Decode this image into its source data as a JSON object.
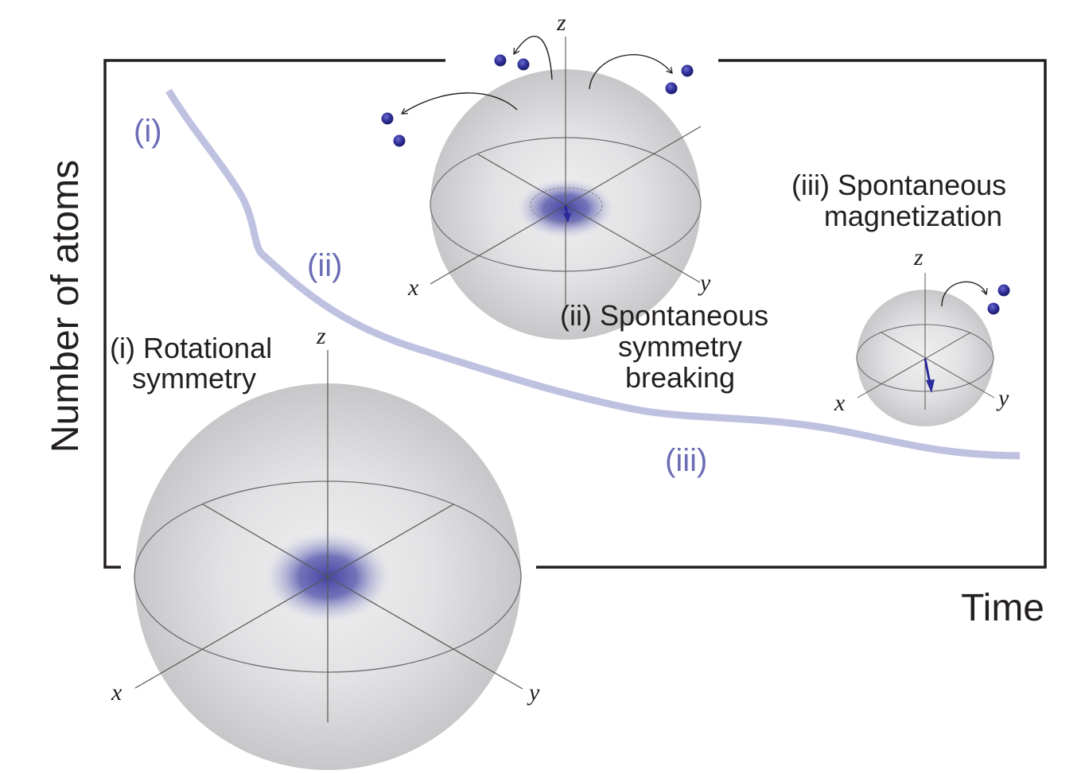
{
  "axes": {
    "y_label": "Number of atoms",
    "x_label": "Time"
  },
  "curve": {
    "color": "#bfc1e0",
    "stage_labels": [
      "(i)",
      "(ii)",
      "(iii)"
    ],
    "stage_label_color": "#6b6db5"
  },
  "panels": [
    {
      "id": "i",
      "caption_lines": [
        "(i) Rotational",
        "symmetry"
      ],
      "axes_labels": {
        "x": "x",
        "y": "y",
        "z": "z"
      },
      "state": "isotropic cloud at center",
      "escaping_atom_pairs": 0
    },
    {
      "id": "ii",
      "caption_lines": [
        "(ii) Spontaneous",
        "symmetry",
        "breaking"
      ],
      "axes_labels": {
        "x": "x",
        "y": "y",
        "z": "z"
      },
      "state": "cloud with small spin vector and dashed circle",
      "escaping_atom_pairs": 3
    },
    {
      "id": "iii",
      "caption_lines": [
        "(iii) Spontaneous",
        "magnetization"
      ],
      "axes_labels": {
        "x": "x",
        "y": "y",
        "z": "z"
      },
      "state": "magnetization vector",
      "escaping_atom_pairs": 1
    }
  ],
  "colors": {
    "atom": "#2e2e8f",
    "cloud": "#3a3aa0",
    "vector": "#2a2a9a",
    "frame": "#231f20"
  }
}
